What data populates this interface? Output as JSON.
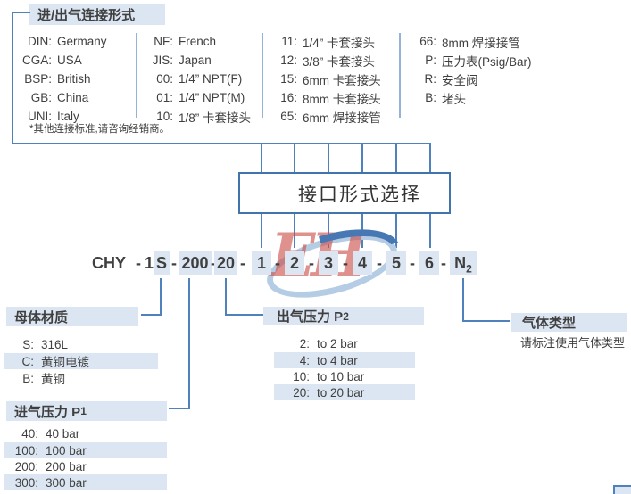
{
  "colors": {
    "accent_line": "#4f81bd",
    "column_divider": "#95b3d7",
    "highlight_bg": "#dce6f2",
    "text": "#3f3f3f",
    "logo_red": "#cb4d48",
    "logo_swoosh_light": "#b5cde4",
    "logo_swoosh_dark": "#4878b4"
  },
  "top_section": {
    "title": "进/出气连接形式",
    "columns": [
      {
        "rows": [
          {
            "code": "DIN:",
            "label": "Germany"
          },
          {
            "code": "CGA:",
            "label": "USA"
          },
          {
            "code": "BSP:",
            "label": "British"
          },
          {
            "code": "GB:",
            "label": "China"
          },
          {
            "code": "UNI:",
            "label": "Italy"
          }
        ]
      },
      {
        "rows": [
          {
            "code": "NF:",
            "label": "French"
          },
          {
            "code": "JIS:",
            "label": "Japan"
          },
          {
            "code": "00:",
            "label": "1/4” NPT(F)"
          },
          {
            "code": "01:",
            "label": "1/4” NPT(M)"
          },
          {
            "code": "10:",
            "label": "1/8”  卡套接头"
          }
        ]
      },
      {
        "rows": [
          {
            "code": "11:",
            "label": "1/4”  卡套接头"
          },
          {
            "code": "12:",
            "label": "3/8”  卡套接头"
          },
          {
            "code": "15:",
            "label": "6mm 卡套接头"
          },
          {
            "code": "16:",
            "label": "8mm 卡套接头"
          },
          {
            "code": "65:",
            "label": "6mm 焊接接管"
          }
        ]
      },
      {
        "rows": [
          {
            "code": "66:",
            "label": "8mm 焊接接管"
          },
          {
            "code": "P:",
            "label": "压力表(Psig/Bar)"
          },
          {
            "code": "R:",
            "label": "安全阀"
          },
          {
            "code": "B:",
            "label": "堵头"
          }
        ]
      }
    ],
    "footnote": "*其他连接标准,请咨询经销商。"
  },
  "selector_box": {
    "label": "接口形式选择"
  },
  "logo": {
    "text": "EH"
  },
  "model_code": {
    "full": "CHY - 1S - 200 - 20 - 1 - 2 - 3 - 4 - 5 - 6 - N2",
    "parts": [
      {
        "text": "CHY",
        "highlighted": false
      },
      {
        "text": "-",
        "highlighted": false
      },
      {
        "text": "1",
        "highlighted": false
      },
      {
        "text": "S",
        "highlighted": true
      },
      {
        "text": "-",
        "highlighted": false
      },
      {
        "text": "200",
        "highlighted": true
      },
      {
        "text": "-",
        "highlighted": false
      },
      {
        "text": "20",
        "highlighted": true
      },
      {
        "text": "-",
        "highlighted": false
      },
      {
        "text": "1",
        "highlighted": true
      },
      {
        "text": "-",
        "highlighted": false
      },
      {
        "text": "2",
        "highlighted": true
      },
      {
        "text": "-",
        "highlighted": false
      },
      {
        "text": "3",
        "highlighted": true
      },
      {
        "text": "-",
        "highlighted": false
      },
      {
        "text": "4",
        "highlighted": true
      },
      {
        "text": "-",
        "highlighted": false
      },
      {
        "text": "5",
        "highlighted": true
      },
      {
        "text": "-",
        "highlighted": false
      },
      {
        "text": "6",
        "highlighted": true
      },
      {
        "text": "-",
        "highlighted": false
      },
      {
        "text": "N",
        "sub": "2",
        "highlighted": true
      }
    ]
  },
  "material_section": {
    "title": "母体材质",
    "items": [
      {
        "code": "S:",
        "label": "316L",
        "highlighted": false
      },
      {
        "code": "C:",
        "label": "黄铜电镀",
        "highlighted": true
      },
      {
        "code": "B:",
        "label": "黄铜",
        "highlighted": false
      }
    ]
  },
  "inlet_pressure_section": {
    "title": "进气压力 P",
    "title_sub": "1",
    "items": [
      {
        "code": "40:",
        "label": "40 bar",
        "highlighted": false
      },
      {
        "code": "100:",
        "label": "100 bar",
        "highlighted": true
      },
      {
        "code": "200:",
        "label": "200 bar",
        "highlighted": false
      },
      {
        "code": "300:",
        "label": "300 bar",
        "highlighted": true
      }
    ]
  },
  "outlet_pressure_section": {
    "title": "出气压力 P",
    "title_sub": "2",
    "items": [
      {
        "code": "2:",
        "label": "to 2 bar",
        "highlighted": false
      },
      {
        "code": "4:",
        "label": "to 4 bar",
        "highlighted": true
      },
      {
        "code": "10:",
        "label": "to 10 bar",
        "highlighted": false
      },
      {
        "code": "20:",
        "label": "to 20 bar",
        "highlighted": true
      }
    ]
  },
  "gas_section": {
    "title": "气体类型",
    "note": "请标注使用气体类型"
  }
}
